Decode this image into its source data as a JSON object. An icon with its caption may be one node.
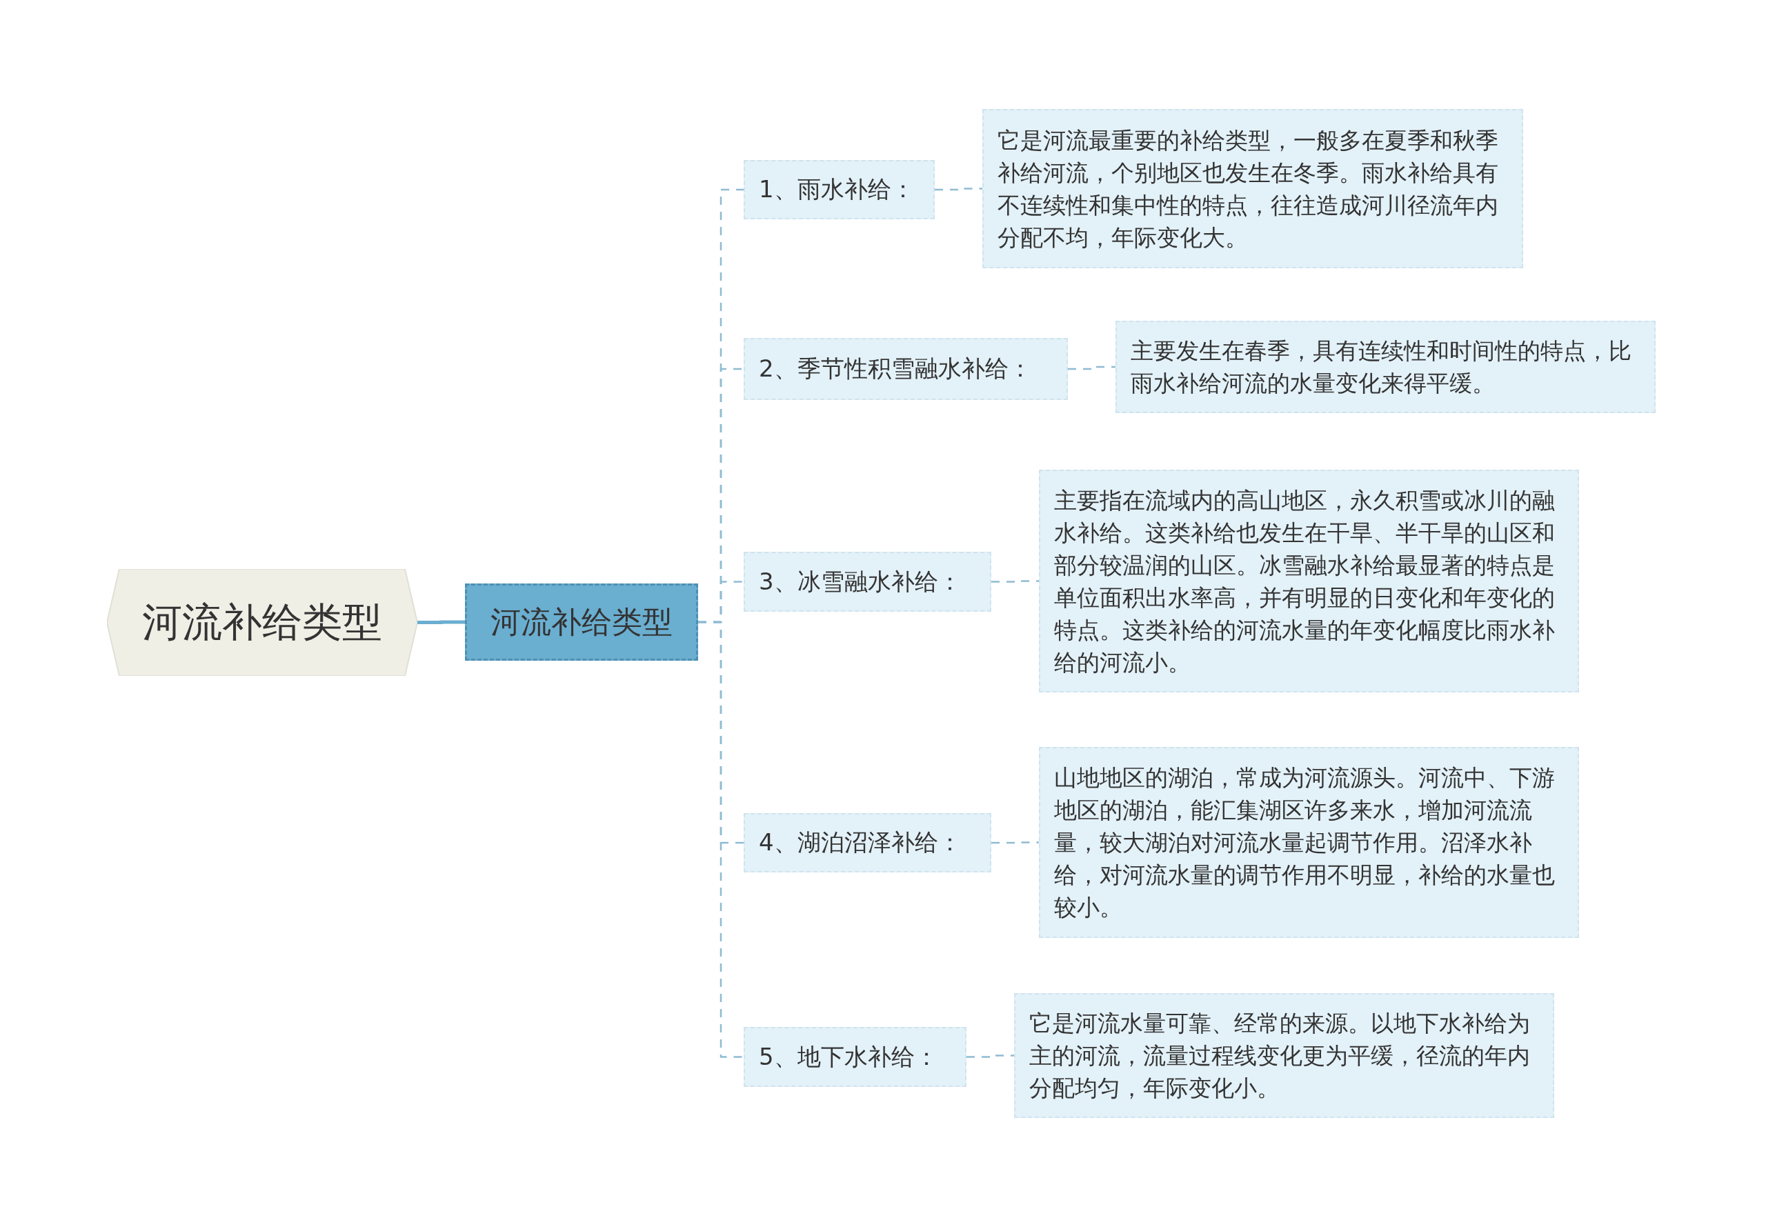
{
  "diagram": {
    "nodes": [
      {
        "text": [
          "河流补给类型"
        ]
      },
      {
        "text": [
          "河流补给类型"
        ]
      },
      {
        "text": [
          "1、雨水补给："
        ]
      },
      {
        "text": [
          "2、季节性积雪融水补给："
        ]
      },
      {
        "text": [
          "3、冰雪融水补给："
        ]
      },
      {
        "text": [
          "4、湖泊沼泽补给："
        ]
      },
      {
        "text": [
          "5、地下水补给："
        ]
      },
      {
        "text": [
          "它是河流最重要的补给类型，一般多在夏季和秋季补给河流，个别地区也发生在冬季。雨水补给具有不连续性和集中性的特点，往往造成河川径流年内分配不均，年际变化大。"
        ]
      },
      {
        "text": [
          "主要发生在春季，具有连续性和时间性的特点，比雨水补给河流的水量变化来得平缓。"
        ]
      },
      {
        "text": [
          "主要指在流域内的高山地区，永久积雪或冰川的融水补给。这类补给也发生在干旱、半干旱的山区和部分较温润的山区。冰雪融水补给最显著的特点是单位面积出水率高，并有明显的日变化和年变化的特点。这类补给的河流水量的年变化幅度比雨水补给的河流小。"
        ]
      },
      {
        "text": [
          "山地地区的湖泊，常成为河流源头。河流中、下游地区的湖泊，能汇集湖区许多来水，增加河流流量，较大湖泊对河流水量起调节作用。沼泽水补给，对河流水量的调节作用不明显，补给的水量也较小。"
        ]
      },
      {
        "text": [
          "它是河流水量可靠、经常的来源。以地下水补给为主的河流，流量过程线变化更为平缓，径流的年内分配均匀，年际变化小。"
        ]
      }
    ],
    "edges": [
      {
        "from": 0,
        "to": 1,
        "arrow": "none",
        "color": "#6aaed0"
      },
      {
        "from": 1,
        "to": 2,
        "arrow": "none",
        "style": "dashed"
      },
      {
        "from": 1,
        "to": 3,
        "arrow": "none",
        "style": "dashed"
      },
      {
        "from": 1,
        "to": 4,
        "arrow": "none",
        "style": "dashed"
      },
      {
        "from": 1,
        "to": 5,
        "arrow": "none",
        "style": "dashed"
      },
      {
        "from": 1,
        "to": 6,
        "arrow": "none",
        "style": "dashed"
      },
      {
        "from": 2,
        "to": 7,
        "arrow": "none",
        "style": "dashed"
      },
      {
        "from": 3,
        "to": 8,
        "arrow": "none",
        "style": "dashed"
      },
      {
        "from": 4,
        "to": 9,
        "arrow": "none",
        "style": "dashed"
      },
      {
        "from": 5,
        "to": 10,
        "arrow": "none",
        "style": "dashed"
      },
      {
        "from": 6,
        "to": 11,
        "arrow": "none",
        "style": "dashed"
      }
    ]
  }
}
